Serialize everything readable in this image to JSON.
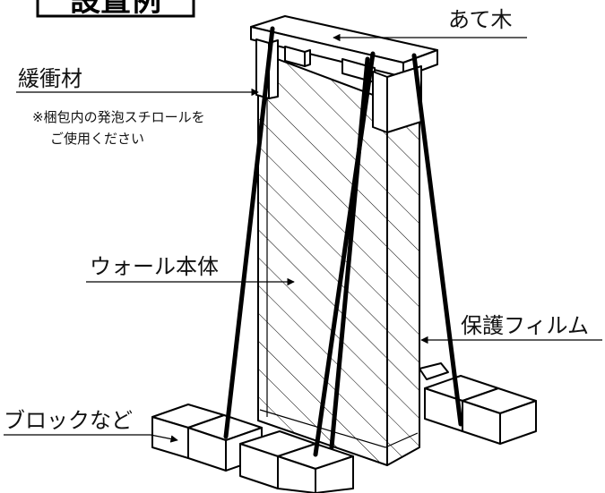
{
  "title": "設置例",
  "labels": {
    "wood": "あて木",
    "cushion": "緩衝材",
    "note_line1": "※梱包内の発泡スチロールを",
    "note_line2": "ご使用ください",
    "wall": "ウォール本体",
    "film": "保護フィルム",
    "blocks": "ブロックなど"
  }
}
